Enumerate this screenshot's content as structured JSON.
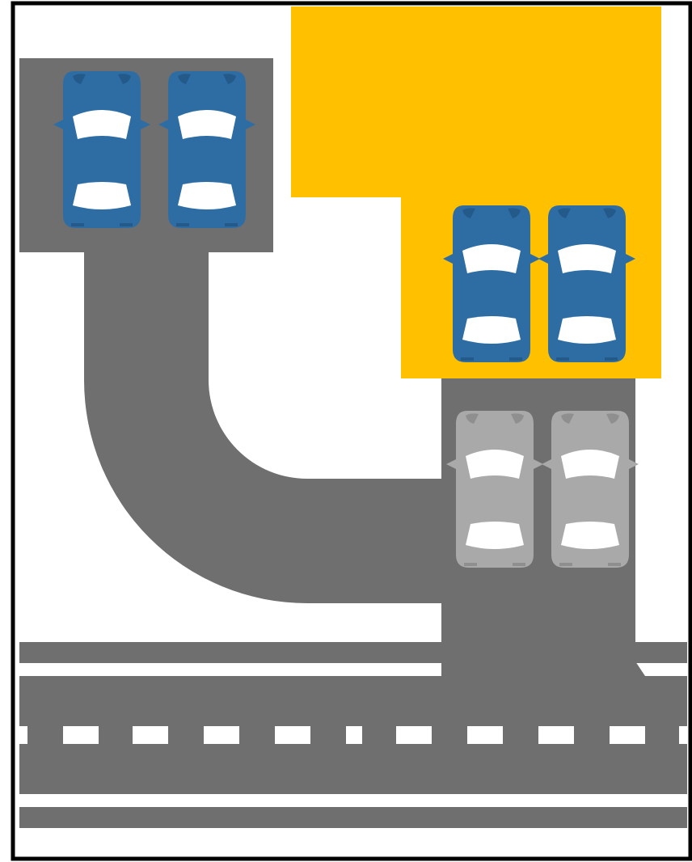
{
  "colors": {
    "road": "#6f6f70",
    "highlight": "#ffc000",
    "car_blue": "#2e6da4",
    "car_blue_dark": "#245a8a",
    "car_gray": "#a9a9a9",
    "car_gray_dark": "#8f8f8f",
    "window": "#ffffff",
    "lane_marking": "#ffffff",
    "border": "#000000",
    "background": "#ffffff"
  },
  "icons": {
    "car": "car-top-view-icon"
  },
  "scene": {
    "parking_lot_left": {
      "cars": [
        "blue",
        "blue"
      ]
    },
    "parking_lot_right_highlighted": {
      "cars": [
        "blue",
        "blue"
      ]
    },
    "driveway_right": {
      "cars": [
        "gray",
        "gray"
      ]
    },
    "highway": {
      "lanes": 2,
      "center_line": "dashed"
    }
  }
}
